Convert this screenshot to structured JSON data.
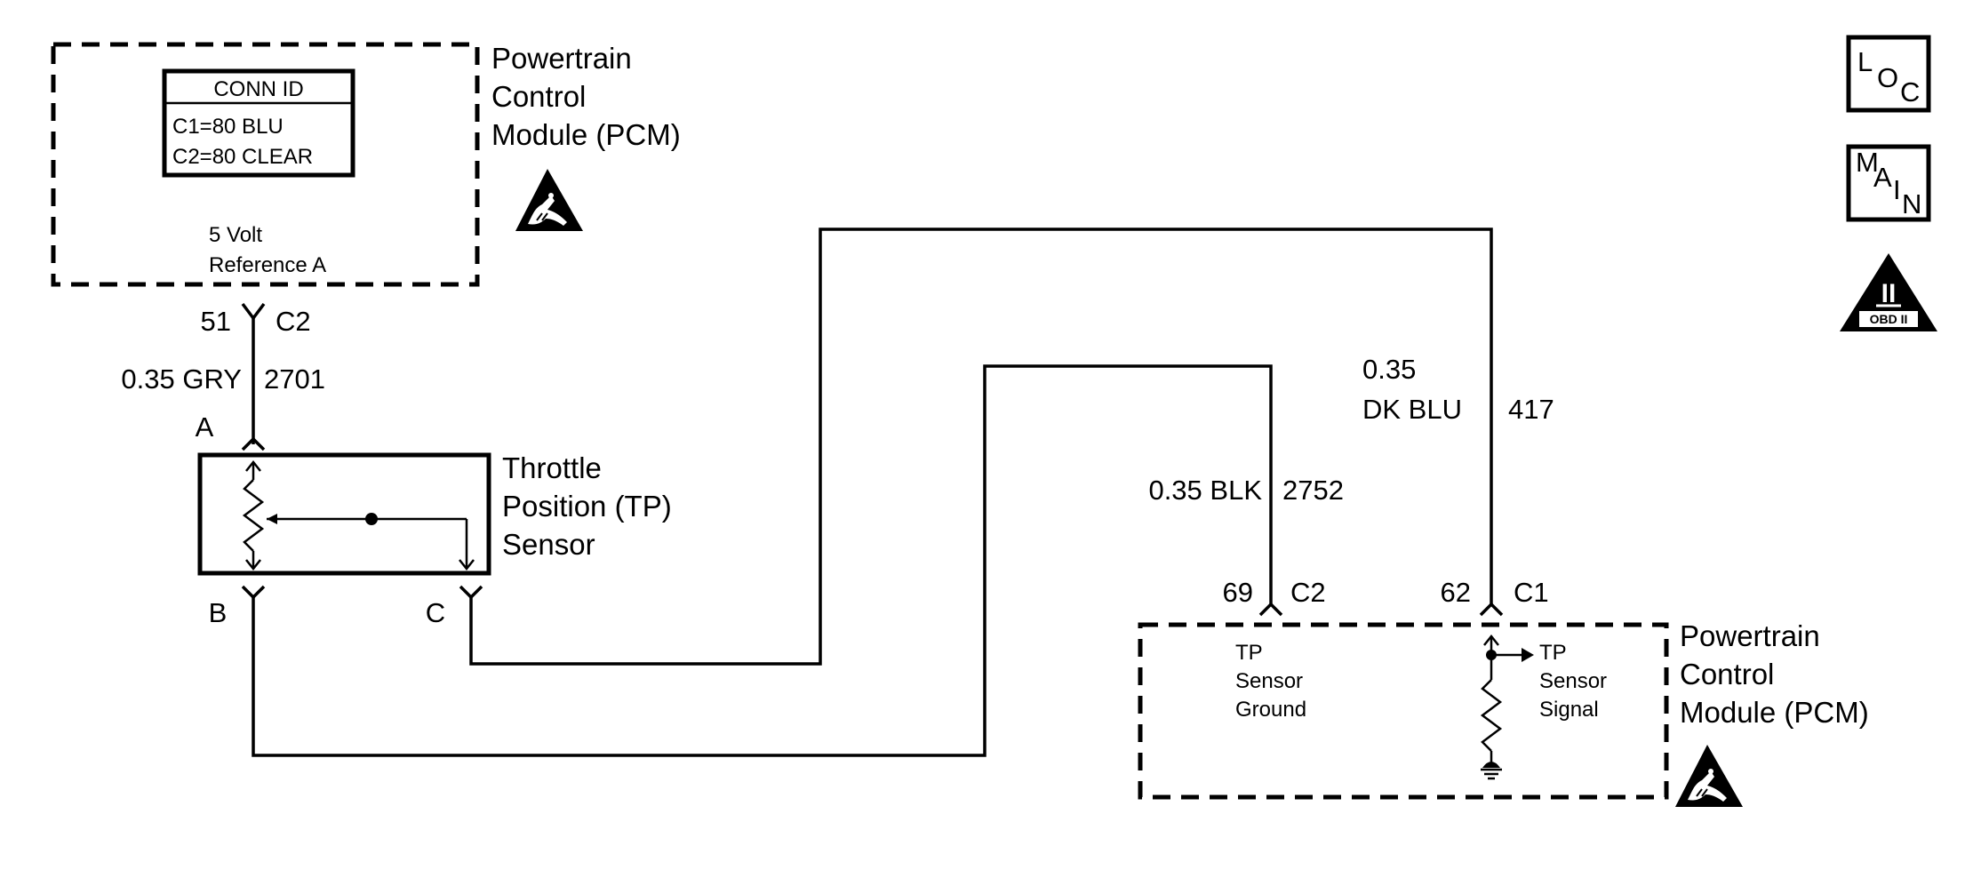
{
  "pcm_top": {
    "title_lines": [
      "Powertrain",
      "Control",
      "Module (PCM)"
    ],
    "conn_id": {
      "header": "CONN ID",
      "rows": [
        "C1=80 BLU",
        "C2=80 CLEAR"
      ]
    },
    "circuit_lines": [
      "5 Volt",
      "Reference A"
    ]
  },
  "wire_ref": {
    "pin": "51",
    "connector": "C2",
    "gauge_color": "0.35 GRY",
    "circuit": "2701"
  },
  "tp_sensor": {
    "title_lines": [
      "Throttle",
      "Position (TP)",
      "Sensor"
    ],
    "pin_a": "A",
    "pin_b": "B",
    "pin_c": "C"
  },
  "wire_ground": {
    "gauge_color": "0.35 BLK",
    "circuit": "2752",
    "pin": "69",
    "connector": "C2"
  },
  "wire_signal": {
    "gauge": "0.35",
    "color": "DK BLU",
    "circuit": "417",
    "pin": "62",
    "connector": "C1"
  },
  "pcm_bottom": {
    "title_lines": [
      "Powertrain",
      "Control",
      "Module (PCM)"
    ],
    "ground_label_lines": [
      "TP",
      "Sensor",
      "Ground"
    ],
    "signal_label_lines": [
      "TP",
      "Sensor",
      "Signal"
    ]
  },
  "legend_icons": {
    "loc": [
      "L",
      "O",
      "C"
    ],
    "main": [
      "M",
      "A",
      "I",
      "N"
    ],
    "obd_numeral": "II",
    "obd_label": "OBD II"
  },
  "icon_names": [
    "esd-warning-icon",
    "esd-warning-icon",
    "loc-icon",
    "main-icon",
    "obd-ii-icon",
    "ground-symbol-icon"
  ]
}
